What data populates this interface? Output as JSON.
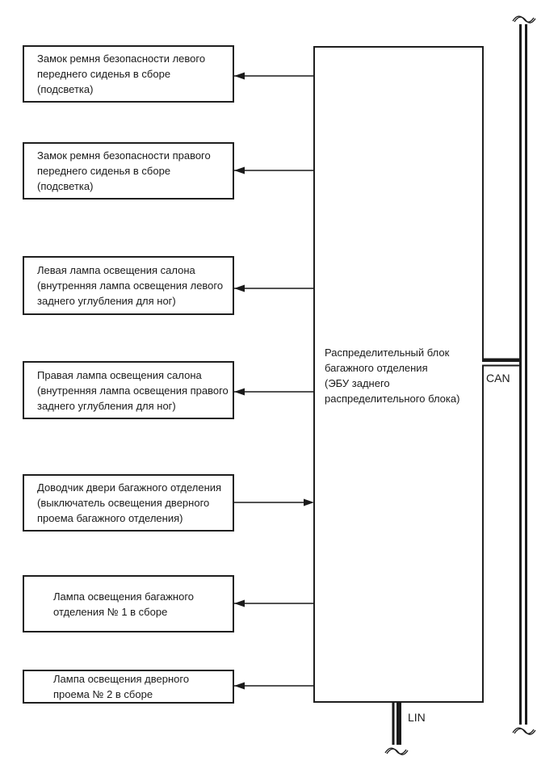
{
  "controller": {
    "label_lines": [
      "Распределительный блок",
      "багажного отделения",
      "(ЭБУ заднего",
      "распределительного блока)"
    ]
  },
  "peripherals": [
    {
      "lines": [
        "Замок ремня безопасности левого",
        "переднего сиденья в сборе",
        "(подсветка)"
      ],
      "signal_direction": "controller-to-device"
    },
    {
      "lines": [
        "Замок ремня безопасности правого",
        "переднего сиденья в сборе",
        "(подсветка)"
      ],
      "signal_direction": "controller-to-device"
    },
    {
      "lines": [
        "Левая лампа освещения салона",
        "(внутренняя лампа освещения левого",
        "заднего углубления для ног)"
      ],
      "signal_direction": "controller-to-device"
    },
    {
      "lines": [
        "Правая лампа освещения салона",
        "(внутренняя лампа освещения правого",
        "заднего углубления для ног)"
      ],
      "signal_direction": "controller-to-device"
    },
    {
      "lines": [
        "Доводчик двери багажного отделения",
        "(выключатель освещения дверного",
        "проема багажного отделения)"
      ],
      "signal_direction": "device-to-controller"
    },
    {
      "lines": [
        "Лампа освещения багажного",
        "отделения № 1 в сборе"
      ],
      "signal_direction": "controller-to-device"
    },
    {
      "lines": [
        "Лампа освещения дверного",
        "проема № 2 в сборе"
      ],
      "signal_direction": "controller-to-device"
    }
  ],
  "buses": {
    "can_label": "CAN",
    "lin_label": "LIN"
  },
  "colors": {
    "line": "#1a1a1a",
    "background": "#ffffff"
  }
}
